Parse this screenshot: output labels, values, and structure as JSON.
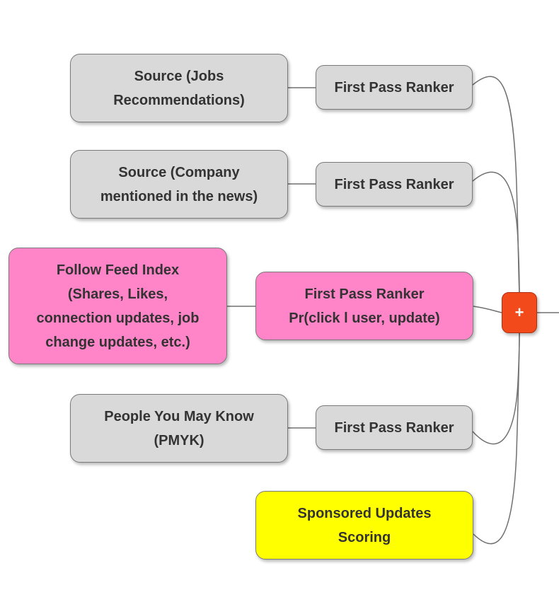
{
  "sources": {
    "jobs": "Source (Jobs\nRecommendations)",
    "company_news": "Source (Company\nmentioned in the news)",
    "follow_feed": "Follow Feed Index\n(Shares, Likes,\nconnection updates, job\nchange updates, etc.)",
    "pymk": "People You May Know\n(PMYK)",
    "sponsored": "Sponsored Updates\nScoring"
  },
  "rankers": {
    "jobs": "First Pass Ranker",
    "company_news": "First Pass Ranker",
    "follow_feed": "First Pass Ranker\nPr(click l user, update)",
    "pymk": "First Pass Ranker"
  },
  "merge": {
    "symbol": "+"
  },
  "colors": {
    "gray_node": "#d9d9d9",
    "pink_node": "#ff85c8",
    "yellow_node": "#ffff00",
    "merge_node": "#f24a1a",
    "connector": "#707070"
  }
}
